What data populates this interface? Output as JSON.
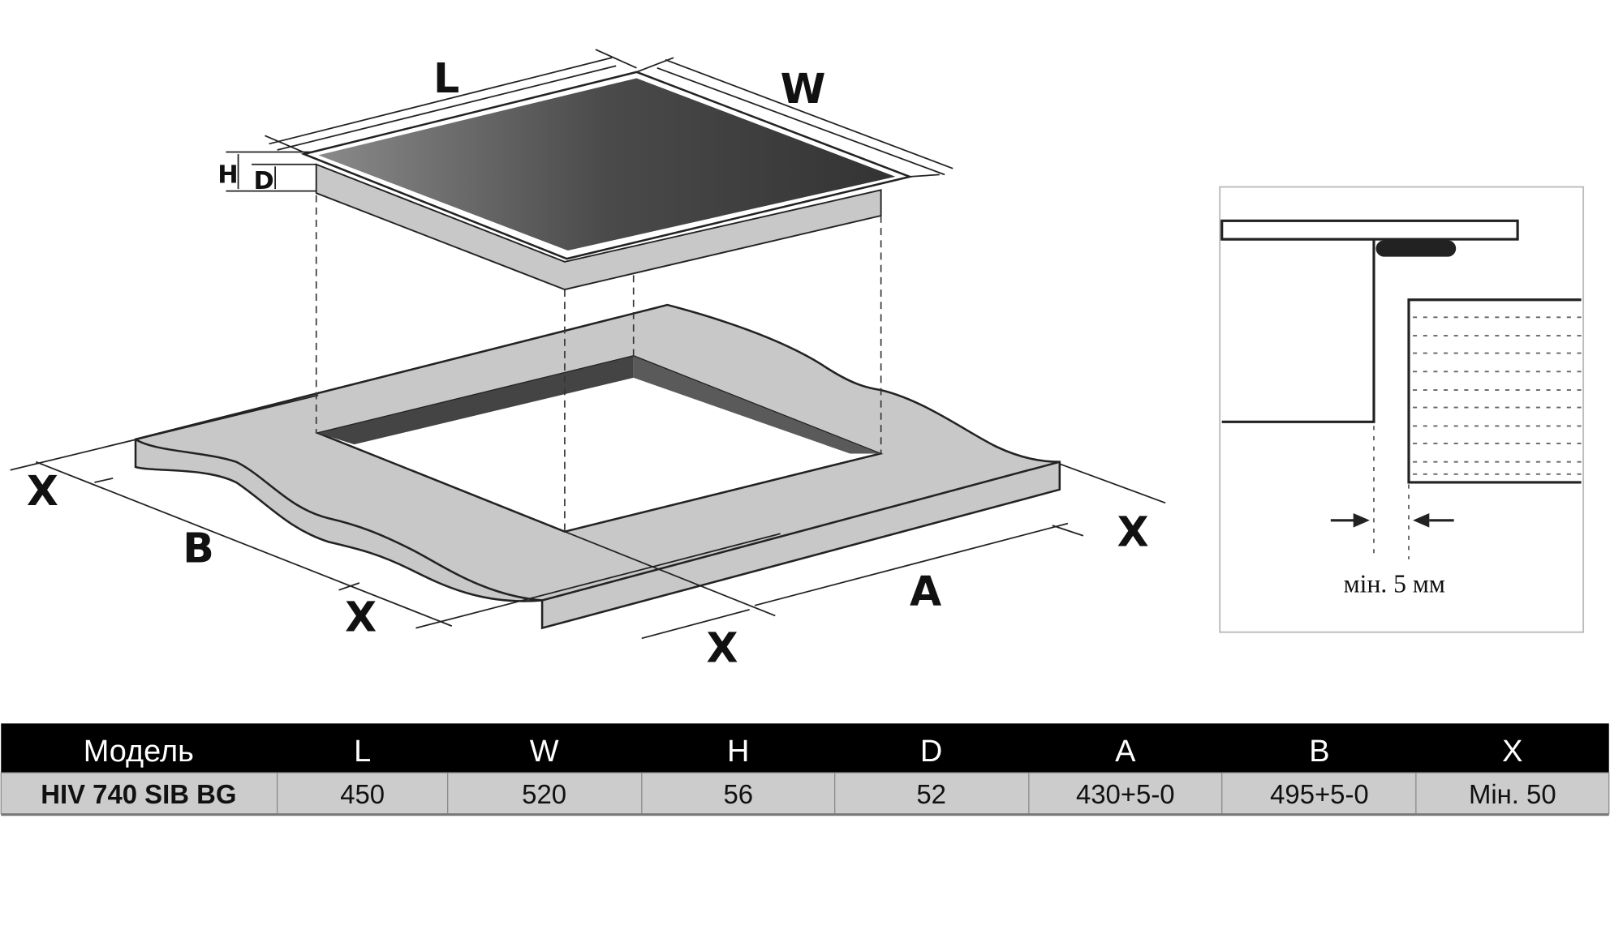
{
  "diagram": {
    "labels": {
      "L": "L",
      "W": "W",
      "H": "H",
      "D": "D",
      "A": "A",
      "B": "B",
      "X": "X"
    },
    "detail_note": "мін. 5 мм"
  },
  "table": {
    "headers": [
      "Модель",
      "L",
      "W",
      "H",
      "D",
      "A",
      "B",
      "X"
    ],
    "rows": [
      [
        "HIV 740 SIB BG",
        "450",
        "520",
        "56",
        "52",
        "430+5-0",
        "495+5-0",
        "Мін. 50"
      ]
    ]
  },
  "colors": {
    "header_bg": "#000000",
    "row_bg": "#cccccc",
    "countertop": "#c8c8c8",
    "glass_dark": "#3a3a3a"
  }
}
